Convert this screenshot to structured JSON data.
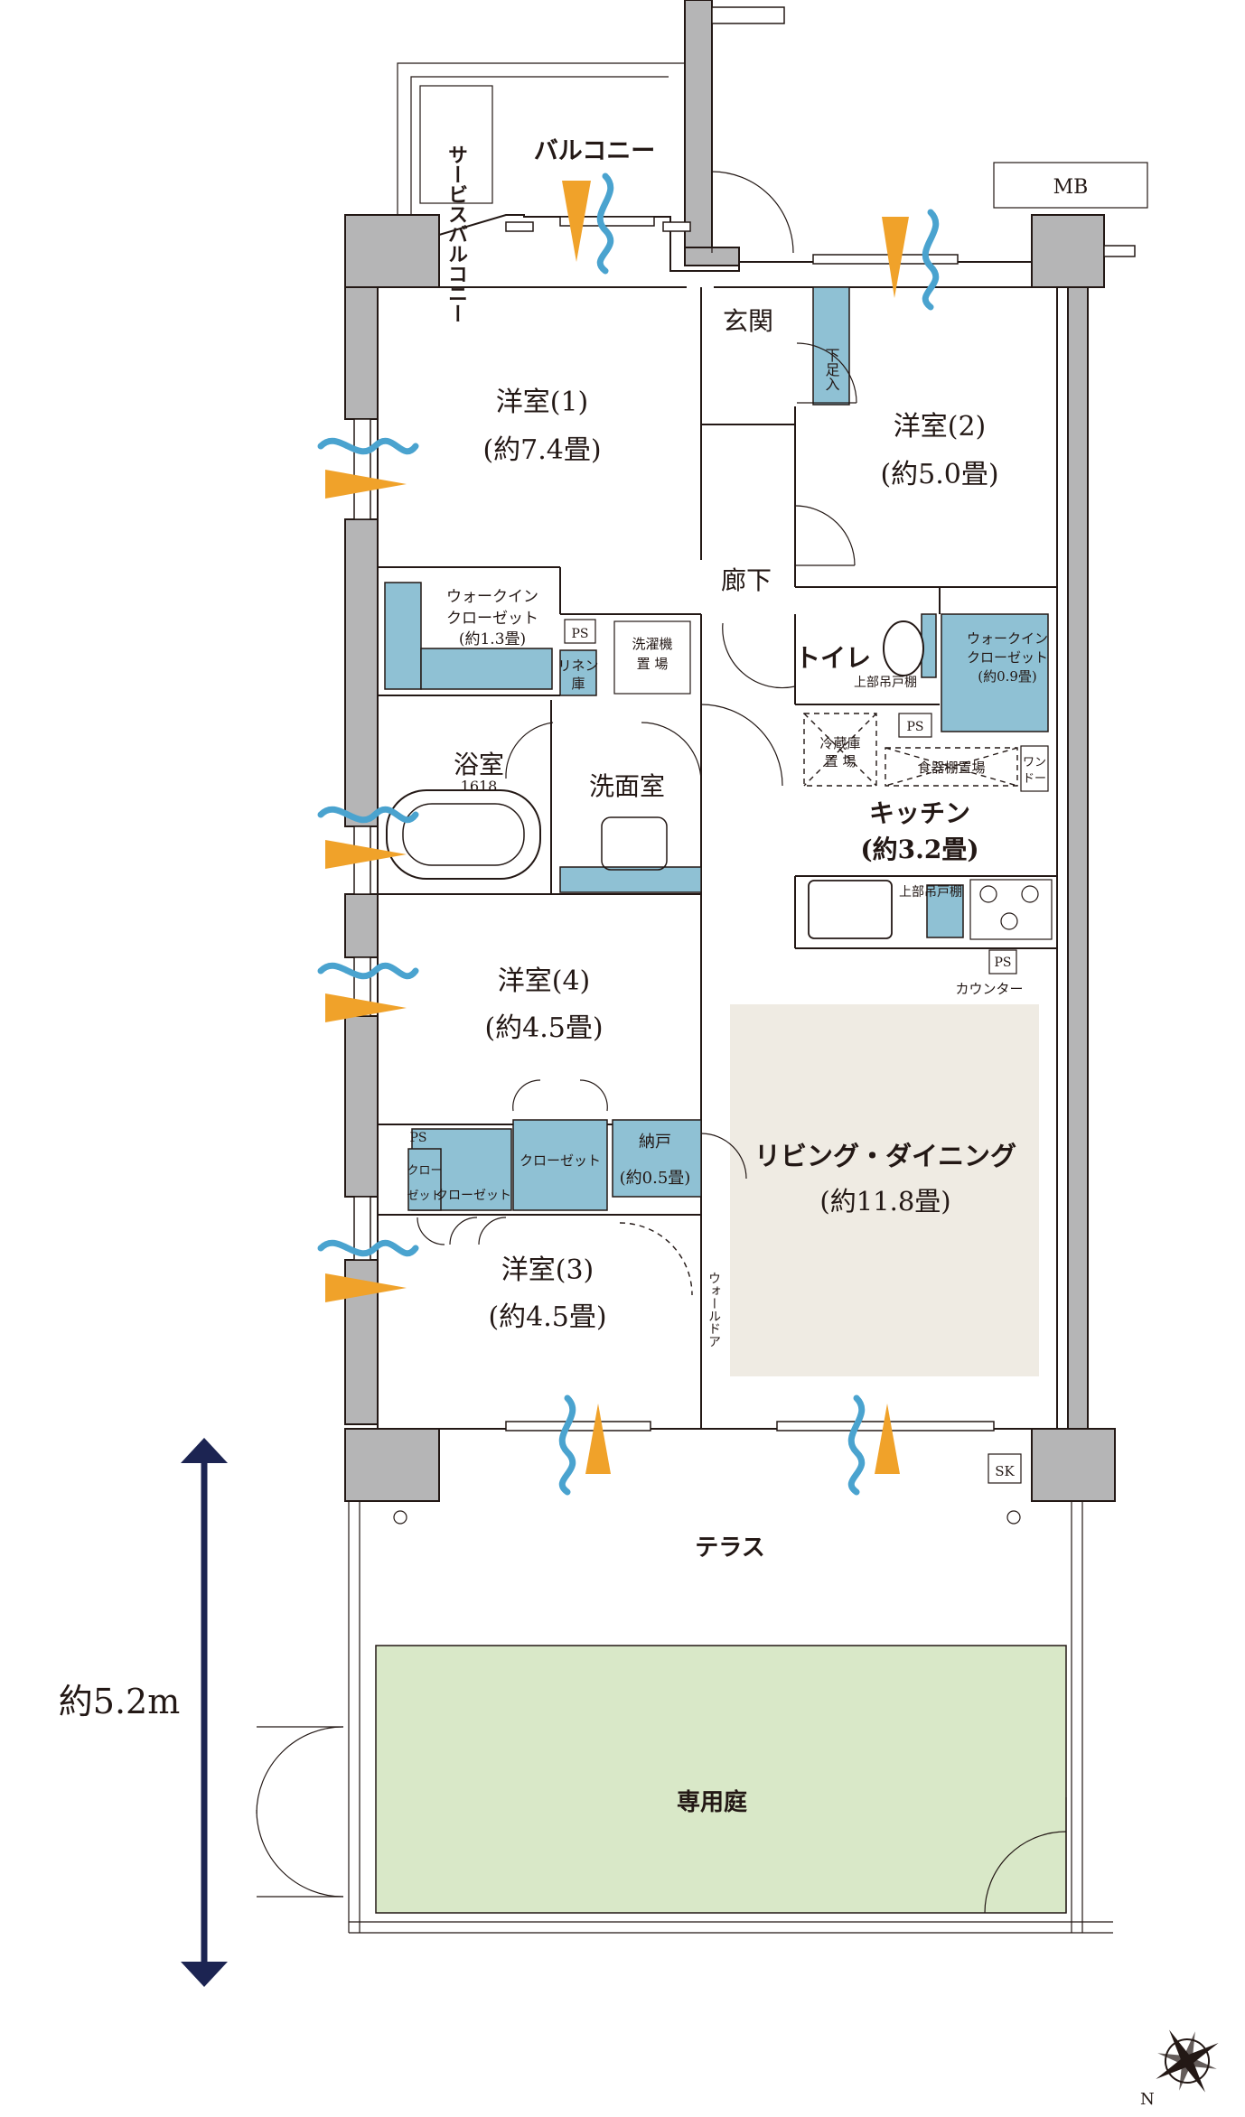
{
  "rooms": {
    "balcony": "バルコニー",
    "service_balcony": "サービスバルコニー",
    "mb": "MB",
    "genkan": "玄関",
    "shoe_box": "下足入",
    "western1_name": "洋室(1)",
    "western1_size": "(約7.4畳)",
    "western2_name": "洋室(2)",
    "western2_size": "(約5.0畳)",
    "corridor": "廊下",
    "wic1_line1": "ウォークイン",
    "wic1_line2": "クローゼット",
    "wic1_size": "(約1.3畳)",
    "ps": "PS",
    "washer_line1": "洗濯機",
    "washer_line2": "置 場",
    "linen_line1": "リネン",
    "linen_line2": "庫",
    "toilet": "トイレ",
    "wic2_line1": "ウォークイン",
    "wic2_line2": "クローゼット",
    "wic2_size": "(約0.9畳)",
    "upper_cabinet": "上部吊戸棚",
    "fridge_line1": "冷蔵庫",
    "fridge_line2": "置 場",
    "dish_shelf": "食器棚置場",
    "wardrobe_line1": "ワン",
    "wardrobe_line2": "ドー",
    "bath": "浴室",
    "bath_size": "1618",
    "washroom": "洗面室",
    "kitchen_name": "キッチン",
    "kitchen_size": "(約3.2畳)",
    "upper_cabinet2": "上部吊戸棚",
    "counter": "カウンター",
    "western4_name": "洋室(4)",
    "western4_size": "(約4.5畳)",
    "closet_a_line1": "クロー",
    "closet_a_line2": "ゼット",
    "closet_b": "クローゼット",
    "closet_c": "クローゼット",
    "storage_name": "納戸",
    "storage_size": "(約0.5畳)",
    "ld_name": "リビング・ダイニング",
    "ld_size": "(約11.8畳)",
    "western3_name": "洋室(3)",
    "western3_size": "(約4.5畳)",
    "wall_door": "ウォールドア",
    "sk": "SK",
    "terrace": "テラス",
    "garden": "専用庭"
  },
  "dimension": {
    "label": "約5.2m"
  },
  "compass": {
    "letter": "N"
  },
  "colors": {
    "storage_blue": "#8fc1d4",
    "living_beige": "#efebe3",
    "garden_green": "#d9e8c8",
    "wall_gray": "#b5b5b6",
    "wind_blue": "#4aa3cf",
    "sun_orange": "#f0a22a",
    "dimension_navy": "#1c2452"
  }
}
